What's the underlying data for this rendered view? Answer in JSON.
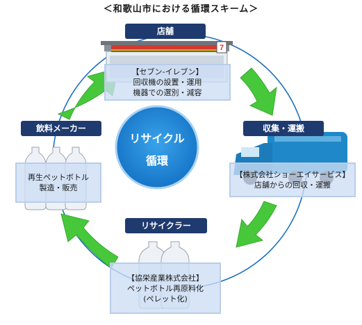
{
  "title": "＜和歌山市における循環スキーム＞",
  "center": {
    "line1": "リサイクル",
    "line2": "循環"
  },
  "nodes": {
    "store": {
      "header": "店舗",
      "lines": [
        "【セブン-イレブン】",
        "回収機の設置・運用",
        "機器での選別・減容"
      ]
    },
    "collection": {
      "header": "収集・運搬",
      "lines": [
        "【株式会社ショーエイサービス】",
        "店舗からの回収・運搬"
      ]
    },
    "recycler": {
      "header": "リサイクラー",
      "lines": [
        "【協栄産業株式会社】",
        "ペットボトル再原料化",
        "(ペレット化)"
      ]
    },
    "beverage": {
      "header": "飲料メーカー",
      "lines": [
        "再生ペットボトル",
        "製造・販売"
      ]
    }
  },
  "colors": {
    "header_bg": "#1f3a6e",
    "circle_ring": "#1a6fc0",
    "center_fill": "#1a86d6",
    "arrow": "#46c83a",
    "box_bg": "#cddef5"
  }
}
